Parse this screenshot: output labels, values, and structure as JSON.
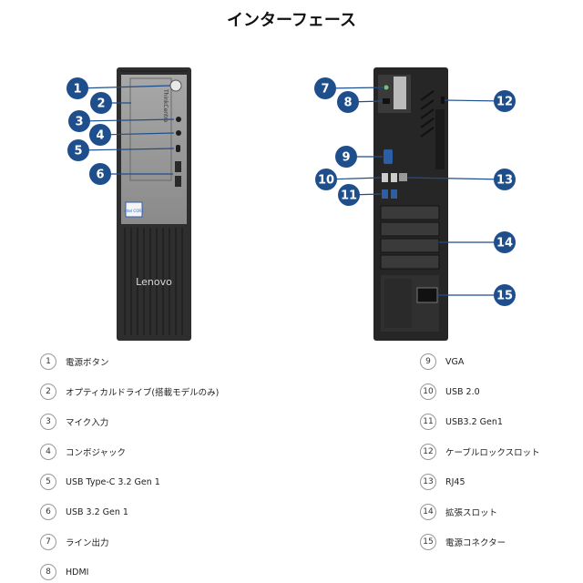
{
  "title": "インターフェース",
  "brand_logo": "Lenovo",
  "front_logo": "ThinkCentre",
  "badge_text": "intel CORE",
  "colors": {
    "callout": "#1f4e8c",
    "case_dark": "#2b2b2b",
    "panel": "#8f8f8f"
  },
  "callouts": [
    "1",
    "2",
    "3",
    "4",
    "5",
    "6",
    "7",
    "8",
    "9",
    "10",
    "11",
    "12",
    "13",
    "14",
    "15"
  ],
  "legend_left": [
    {
      "num": "1",
      "label": "電源ボタン"
    },
    {
      "num": "2",
      "label": "オプティカルドライブ(搭載モデルのみ)"
    },
    {
      "num": "3",
      "label": "マイク入力"
    },
    {
      "num": "4",
      "label": "コンボジャック"
    },
    {
      "num": "5",
      "label": "USB Type-C 3.2 Gen 1"
    },
    {
      "num": "6",
      "label": "USB 3.2 Gen 1"
    },
    {
      "num": "7",
      "label": "ライン出力"
    },
    {
      "num": "8",
      "label": "HDMI"
    }
  ],
  "legend_right": [
    {
      "num": "9",
      "label": "VGA"
    },
    {
      "num": "10",
      "label": "USB 2.0"
    },
    {
      "num": "11",
      "label": "USB3.2 Gen1"
    },
    {
      "num": "12",
      "label": "ケーブルロックスロット"
    },
    {
      "num": "13",
      "label": "RJ45"
    },
    {
      "num": "14",
      "label": "拡張スロット"
    },
    {
      "num": "15",
      "label": "電源コネクター"
    }
  ]
}
